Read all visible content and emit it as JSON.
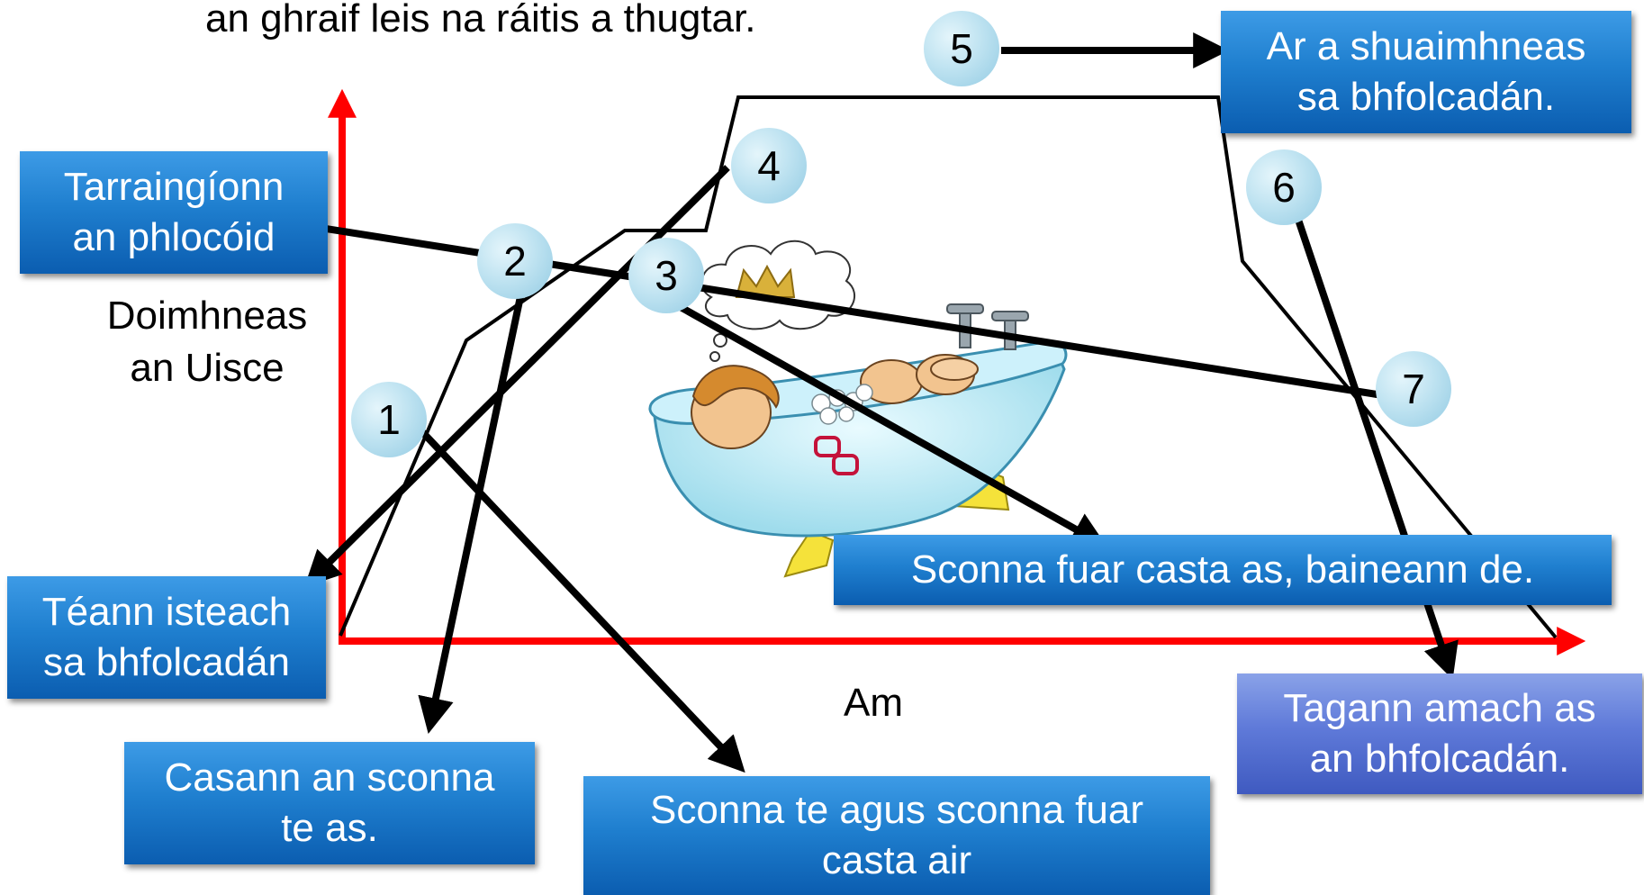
{
  "instruction": "an ghraif leis na ráitis a thugtar.",
  "axes": {
    "y_label_line1": "Doimhneas",
    "y_label_line2": "an Uisce",
    "x_label": "Am"
  },
  "markers": [
    "1",
    "2",
    "3",
    "4",
    "5",
    "6",
    "7"
  ],
  "statements": {
    "pulls_plug": [
      "Tarraingíonn",
      "an phlocóid"
    ],
    "gets_in": [
      "Téann isteach",
      "sa bhfolcadán"
    ],
    "turns_hot_off": [
      "Casann an sconna",
      "te as."
    ],
    "hot_cold_on": [
      "Sconna te agus sconna fuar",
      "casta air"
    ],
    "relaxing": [
      "Ar a shuaimhneas",
      "sa bhfolcadán."
    ],
    "cold_off_gets_out": "Sconna fuar casta as, baineann de.",
    "gets_out": [
      "Tagann amach as",
      "an bhfolcadán."
    ]
  },
  "colors": {
    "axis": "#ff0000",
    "box_blue": "#1f7fcf",
    "box_purple": "#5f7ad9",
    "marker": "#bfe3f1"
  }
}
